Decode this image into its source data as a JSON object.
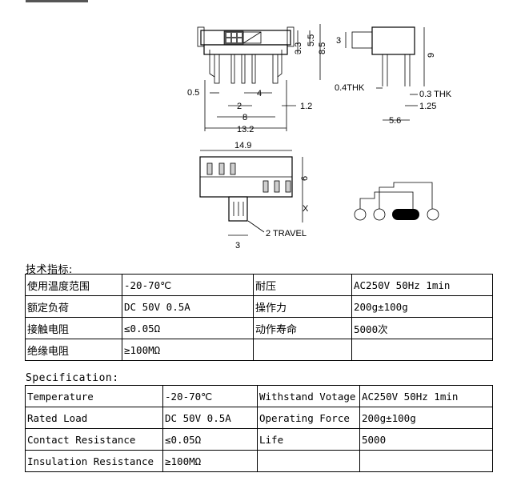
{
  "drawing": {
    "dims": {
      "h_3_3": "3.3",
      "h_5_5": "5.5",
      "h_8_5": "8.5",
      "pitch_0_5": "0.5",
      "pitch_2": "2",
      "pitch_4": "4",
      "pin_1_2": "1.2",
      "span_8": "8",
      "len_13_2": "13.2",
      "side_3": "3",
      "side_9": "9",
      "thk_0_4": "0.4THK",
      "thk_0_3": "0.3 THK",
      "side_1_25": "1.25",
      "side_5_6": "5.6",
      "top_14_9": "14.9",
      "top_6": "6",
      "top_x": "X",
      "travel": "2 TRAVEL",
      "knob_3": "3"
    }
  },
  "cn": {
    "title": "技术指标:",
    "rows": [
      [
        "使用温度范围",
        "-20-70℃",
        "耐压",
        "AC250V 50Hz 1min"
      ],
      [
        "额定负荷",
        "DC 50V 0.5A",
        "操作力",
        "200g±100g"
      ],
      [
        "接触电阻",
        "≤0.05Ω",
        "动作寿命",
        "5000次"
      ],
      [
        "绝缘电阻",
        "≥100MΩ",
        "",
        ""
      ]
    ]
  },
  "en": {
    "title": "Specification:",
    "rows": [
      [
        "Temperature",
        "-20-70℃",
        "Withstand Votage",
        "AC250V 50Hz 1min"
      ],
      [
        "Rated Load",
        "DC 50V 0.5A",
        "Operating Force",
        "200g±100g"
      ],
      [
        "Contact Resistance",
        "≤0.05Ω",
        "Life",
        "5000"
      ],
      [
        "Insulation Resistance",
        "≥100MΩ",
        "",
        ""
      ]
    ]
  }
}
